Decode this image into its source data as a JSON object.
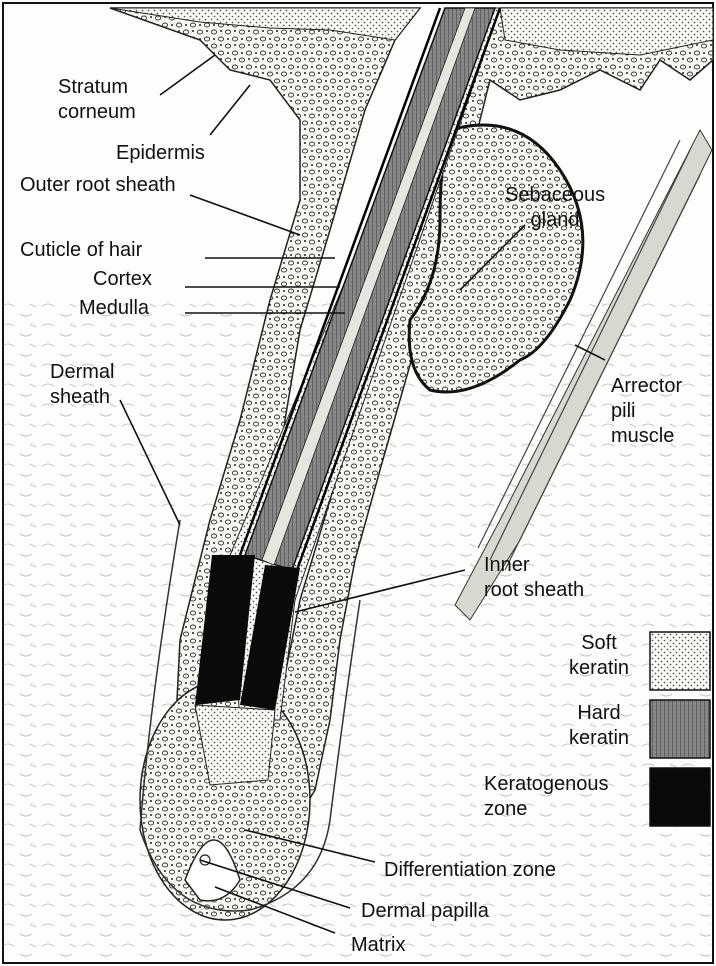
{
  "labels": {
    "stratum_corneum": [
      "Stratum",
      "corneum"
    ],
    "epidermis": "Epidermis",
    "outer_root_sheath": "Outer root sheath",
    "cuticle": "Cuticle of hair",
    "cortex": "Cortex",
    "medulla": "Medulla",
    "dermal_sheath": [
      "Dermal",
      "sheath"
    ],
    "sebaceous_gland": [
      "Sebaceous",
      "gland"
    ],
    "arrector_pili": [
      "Arrector",
      "pili",
      "muscle"
    ],
    "inner_root_sheath": [
      "Inner",
      "root sheath"
    ],
    "differentiation_zone": "Differentiation zone",
    "dermal_papilla": "Dermal papilla",
    "matrix": "Matrix"
  },
  "legend": [
    {
      "label": [
        "Soft",
        "keratin"
      ],
      "fill": "soft"
    },
    {
      "label": [
        "Hard",
        "keratin"
      ],
      "fill": "hard"
    },
    {
      "label": [
        "Keratogenous",
        "zone"
      ],
      "fill": "black"
    }
  ]
}
